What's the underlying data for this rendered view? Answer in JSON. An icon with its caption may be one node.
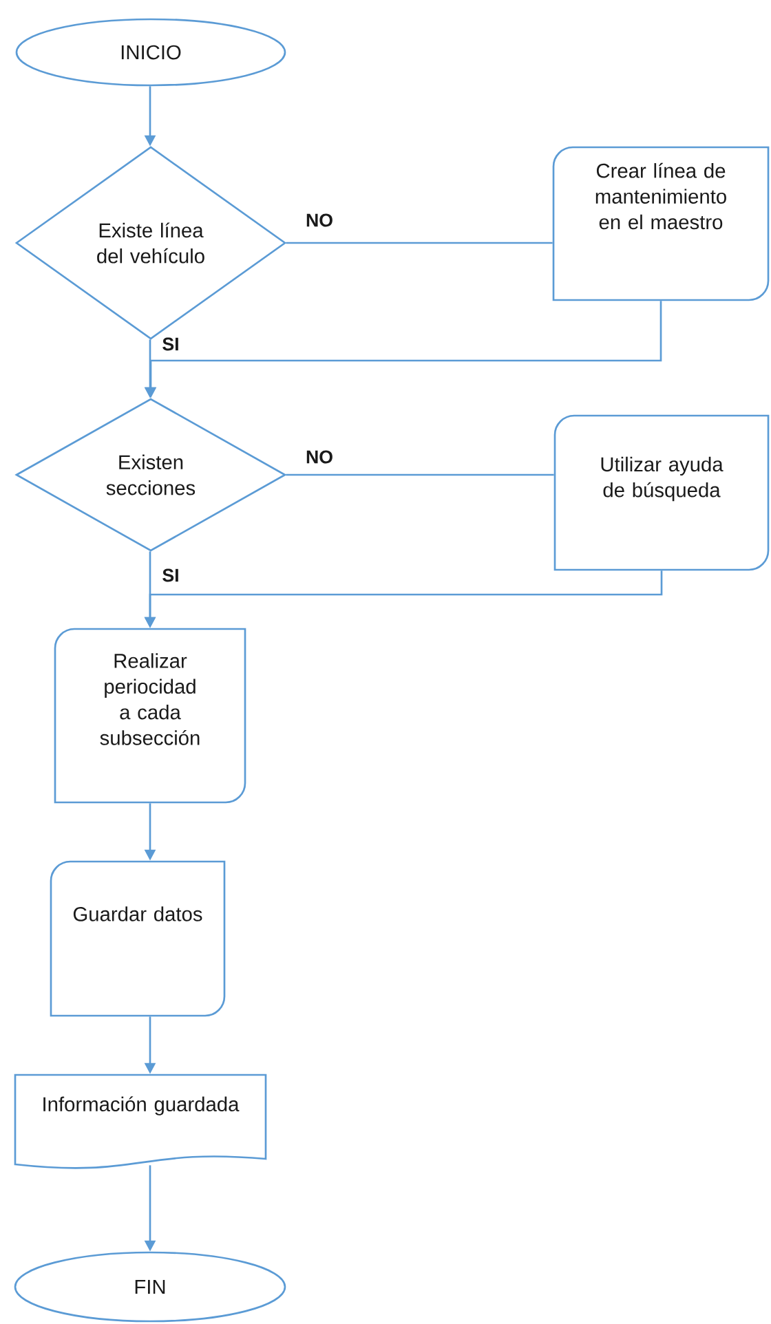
{
  "diagram": {
    "nodes": [
      {
        "text": [
          "INICIO"
        ]
      },
      {
        "text": [
          "Existe línea del vehículo"
        ]
      },
      {
        "text": [
          "Crear línea de mantenimiento en el maestro"
        ]
      },
      {
        "text": [
          "Existen secciones"
        ]
      },
      {
        "text": [
          "Utilizar ayuda de búsqueda"
        ]
      },
      {
        "text": [
          "Realizar periocidad a cada subsección"
        ]
      },
      {
        "text": [
          "Guardar datos"
        ]
      },
      {
        "text": [
          "Información guardada"
        ]
      },
      {
        "text": [
          "FIN"
        ]
      }
    ],
    "edges": [
      {
        "from": 0,
        "to": 1,
        "arrow": "to"
      },
      {
        "from": 1,
        "to": 2,
        "arrow": "none",
        "label": "NO"
      },
      {
        "from": 1,
        "to": 3,
        "arrow": "to",
        "label": "SI"
      },
      {
        "from": 2,
        "to": 3,
        "arrow": "to"
      },
      {
        "from": 3,
        "to": 4,
        "arrow": "none",
        "label": "NO"
      },
      {
        "from": 3,
        "to": 5,
        "arrow": "to",
        "label": "SI"
      },
      {
        "from": 4,
        "to": 5,
        "arrow": "to"
      },
      {
        "from": 5,
        "to": 6,
        "arrow": "to"
      },
      {
        "from": 6,
        "to": 7,
        "arrow": "to"
      },
      {
        "from": 7,
        "to": 8,
        "arrow": "to"
      }
    ]
  }
}
